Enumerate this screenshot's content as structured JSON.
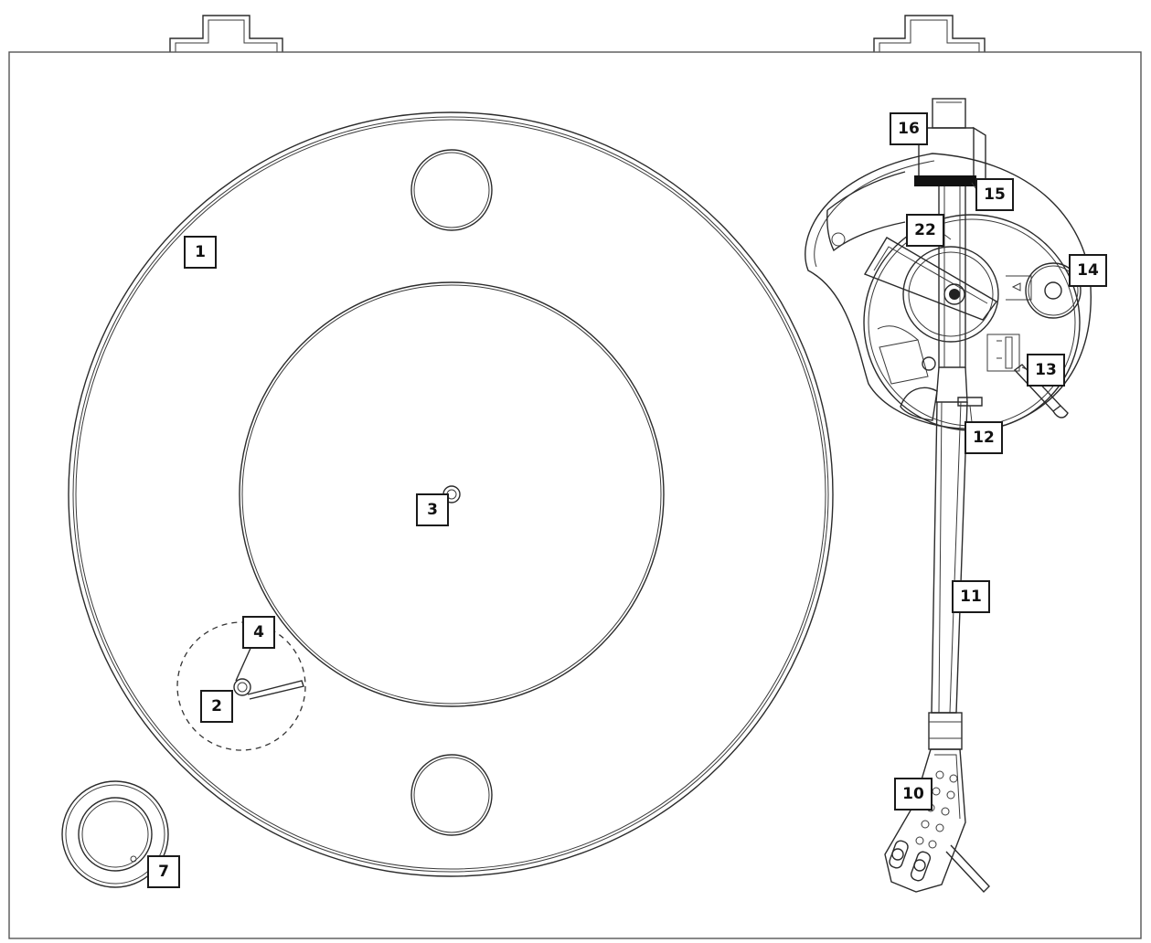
{
  "colors": {
    "line": "#2b2b2b",
    "background": "#ffffff",
    "label_border": "#1a1a1a"
  },
  "callouts": {
    "c1": "1",
    "c2": "2",
    "c3": "3",
    "c4": "4",
    "c7": "7",
    "c10": "10",
    "c11": "11",
    "c12": "12",
    "c13": "13",
    "c14": "14",
    "c15": "15",
    "c16": "16",
    "c22": "22"
  }
}
